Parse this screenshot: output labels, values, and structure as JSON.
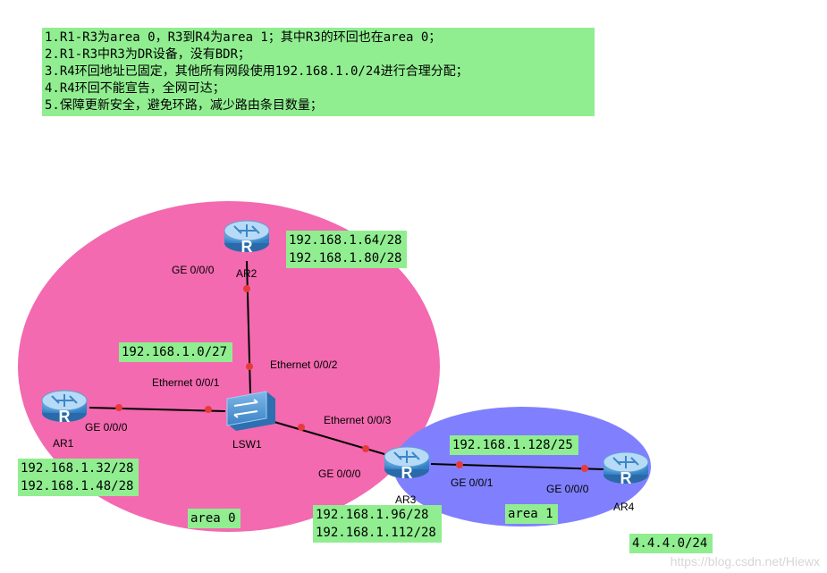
{
  "requirements": [
    "1.R1-R3为area 0，R3到R4为area 1；其中R3的环回也在area 0；",
    "2.R1-R3中R3为DR设备，没有BDR；",
    "3.R4环回地址已固定，其他所有网段使用192.168.1.0/24进行合理分配；",
    "4.R4环回不能宣告，全网可达；",
    "5.保障更新安全，避免环路，减少路由条目数量；"
  ],
  "areas": {
    "area0": "area 0",
    "area1": "area 1"
  },
  "colors": {
    "area0": "#f36ab0",
    "area1": "#8080ff",
    "label_bg": "#90ee90",
    "link_dot": "#e83a3a"
  },
  "devices": {
    "ar1": "AR1",
    "ar2": "AR2",
    "ar3": "AR3",
    "ar4": "AR4",
    "lsw1": "LSW1"
  },
  "interfaces": {
    "ar1_ge": "GE 0/0/0",
    "ar2_ge": "GE 0/0/0",
    "lsw_e1": "Ethernet 0/0/1",
    "lsw_e2": "Ethernet 0/0/2",
    "lsw_e3": "Ethernet 0/0/3",
    "ar3_ge0": "GE 0/0/0",
    "ar3_ge1": "GE 0/0/1",
    "ar4_ge": "GE 0/0/0"
  },
  "subnets": {
    "ar2": [
      "192.168.1.64/28",
      "192.168.1.80/28"
    ],
    "lan": "192.168.1.0/27",
    "ar1": [
      "192.168.1.32/28",
      "192.168.1.48/28"
    ],
    "ar3": [
      "192.168.1.96/28",
      "192.168.1.112/28"
    ],
    "ar3_ar4": "192.168.1.128/25",
    "ar4_loopback": "4.4.4.0/24"
  },
  "watermark": "https://blog.csdn.net/Hiewx"
}
